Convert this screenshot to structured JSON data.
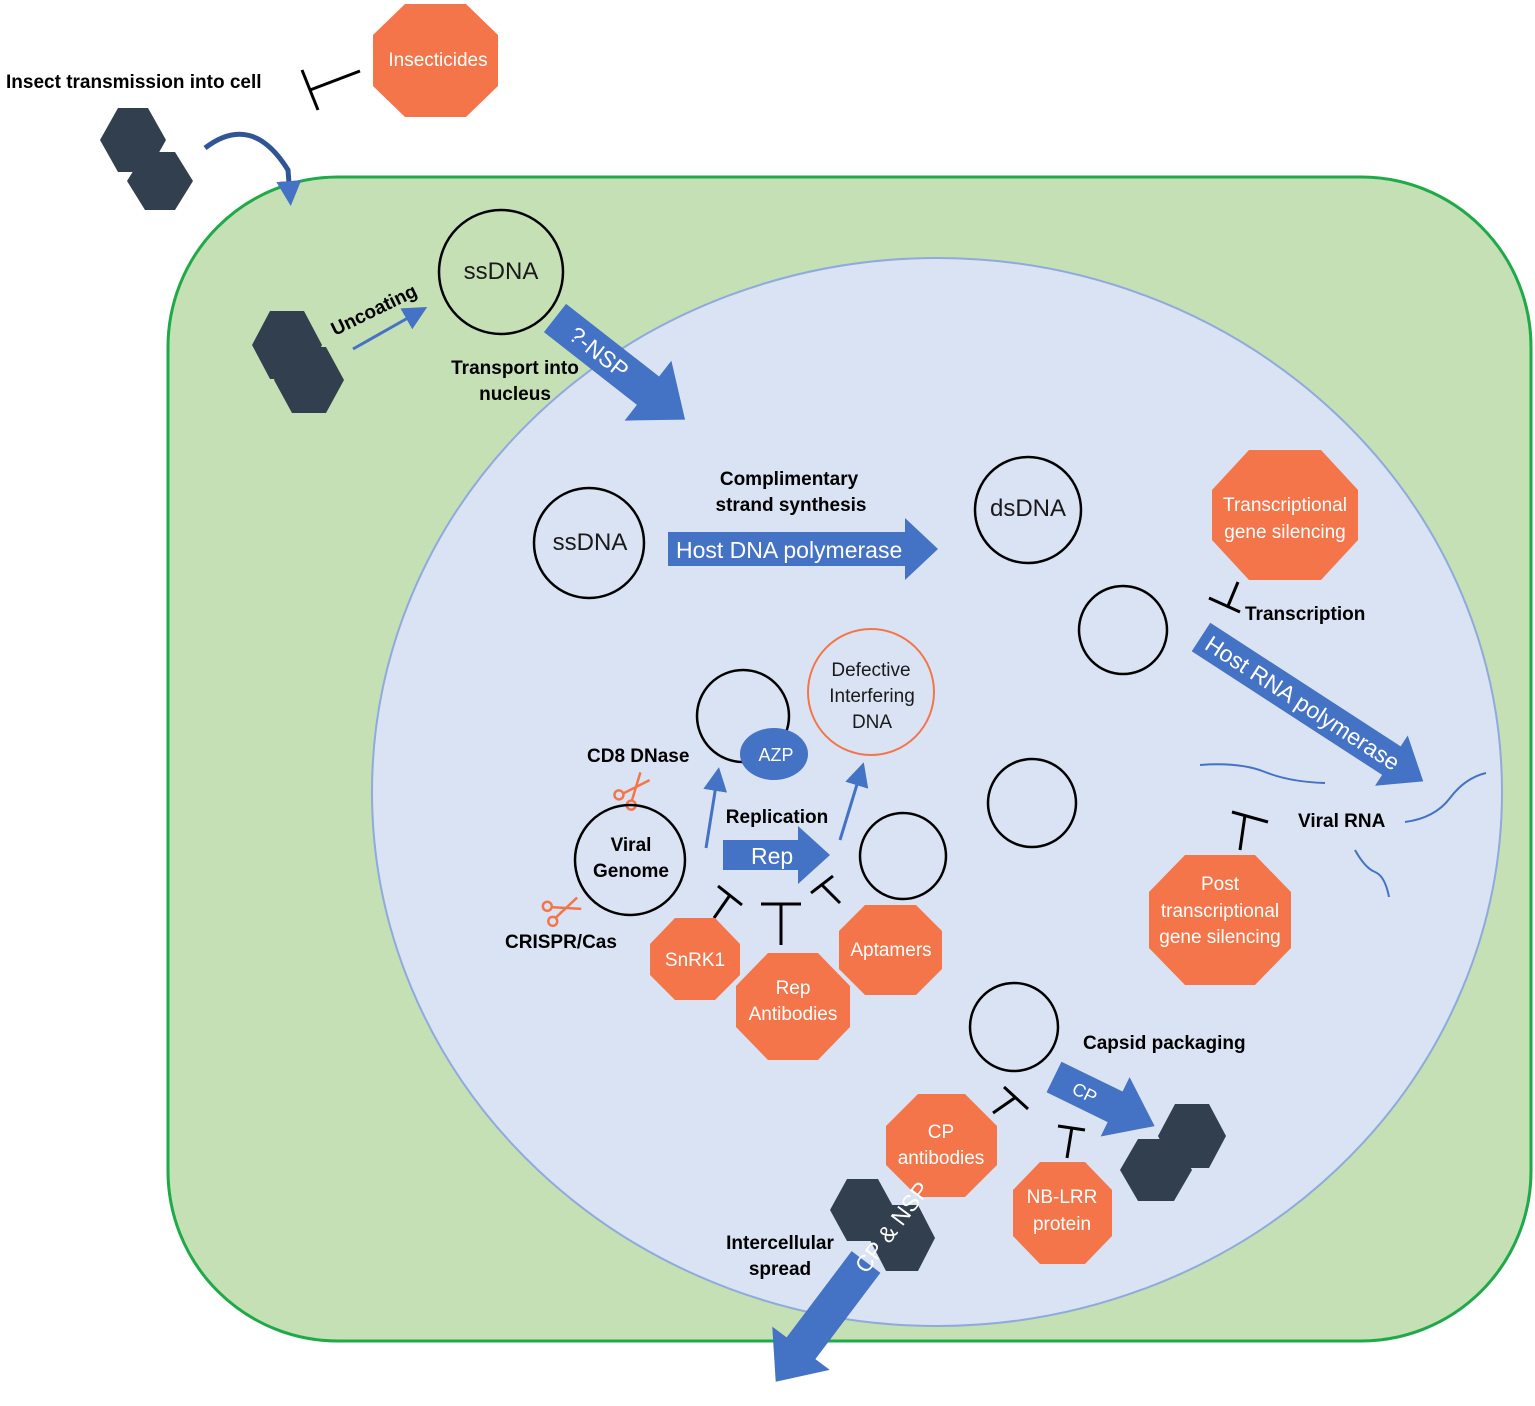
{
  "colors": {
    "cell": "#c5e0b4",
    "cell_border": "#1faa4a",
    "nucleus": "#dae3f3",
    "nucleus_border": "#8faadc",
    "arrow": "#4472c4",
    "inhibitor": "#f4754a",
    "virion": "#323f4f"
  },
  "labels": {
    "insect_transmission": "Insect transmission into cell",
    "insecticides": "Insecticides",
    "uncoating": "Uncoating",
    "ssdna_cytoplasm": "ssDNA",
    "nsp_arrow": "?-NSP",
    "transport_line1": "Transport into",
    "transport_line2": "nucleus",
    "comp_line1": "Complimentary",
    "comp_line2": "strand synthesis",
    "ssdna_nucleus": "ssDNA",
    "host_dna_pol": "Host DNA polymerase",
    "dsdna": "dsDNA",
    "tgs_line1": "Transcriptional",
    "tgs_line2": "gene silencing",
    "transcription": "Transcription",
    "host_rna_pol": "Host RNA polymerase",
    "viral_rna": "Viral RNA",
    "ptgs_line1": "Post",
    "ptgs_line2": "transcriptional",
    "ptgs_line3": "gene silencing",
    "defective_line1": "Defective",
    "defective_line2": "Interfering",
    "defective_line3": "DNA",
    "azp": "AZP",
    "cd8": "CD8 DNase",
    "viral_genome_line1": "Viral",
    "viral_genome_line2": "Genome",
    "crispr": "CRISPR/Cas",
    "replication": "Replication",
    "rep_arrow": "Rep",
    "snrk1": "SnRK1",
    "rep_ab_line1": "Rep",
    "rep_ab_line2": "Antibodies",
    "aptamers": "Aptamers",
    "capsid_packaging": "Capsid packaging",
    "cp_arrow": "CP",
    "cp_ab_line1": "CP",
    "cp_ab_line2": "antibodies",
    "nblrr_line1": "NB-LRR",
    "nblrr_line2": "protein",
    "spread_line1": "Intercellular",
    "spread_line2": "spread",
    "cp_nsp_arrow": "CP & NSP"
  }
}
